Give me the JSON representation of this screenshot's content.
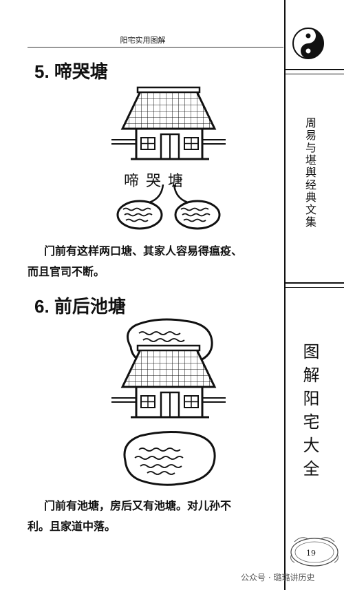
{
  "header": {
    "title": "阳宅实用图解"
  },
  "sidebar": {
    "series": "周易与堪舆经典文集",
    "book": "图解阳宅大全",
    "icon": "yin-yang-icon"
  },
  "sections": [
    {
      "title": "5. 啼哭塘",
      "label": "啼哭塘",
      "caption_1": "门前有这样两口塘、其家人容易得瘟疫、",
      "caption_2": "而且官司不断。"
    },
    {
      "title": "6. 前后池塘",
      "caption_1": "门前有池塘，房后又有池塘。对儿孙不",
      "caption_2": "利。且家道中落。"
    }
  ],
  "page_number": "19",
  "watermark": "公众号 · 璐璐讲历史"
}
